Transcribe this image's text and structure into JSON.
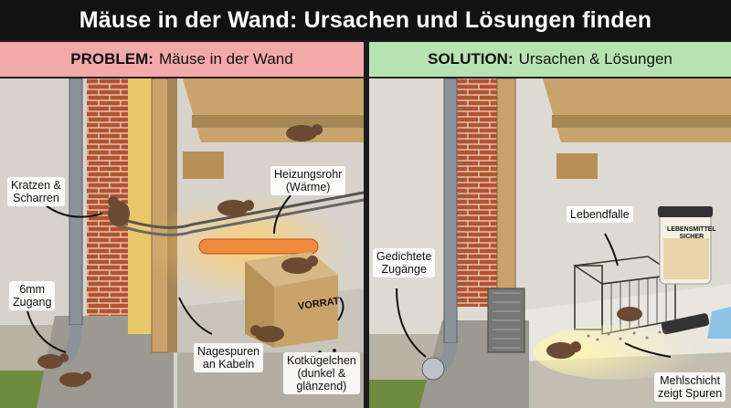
{
  "title": "Mäuse in der Wand: Ursachen und Lösungen finden",
  "problem": {
    "tag": "PROBLEM:",
    "heading": "Mäuse in der Wand",
    "labels": {
      "scratch": [
        "Kratzen &",
        "Scharren"
      ],
      "heating": [
        "Heizungsrohr",
        "(Wärme)"
      ],
      "gap": [
        "6mm",
        "Zugang"
      ],
      "gnaw": [
        "Nagespuren",
        "an Kabeln"
      ],
      "droppings": [
        "Kotkügelchen",
        "(dunkel &",
        "glänzend)"
      ],
      "box": "VORRAT"
    }
  },
  "solution": {
    "tag": "SOLUTION:",
    "heading": "Ursachen & Lösungen",
    "labels": {
      "trap": "Lebendfalle",
      "sealed": [
        "Gedichtete",
        "Zugänge"
      ],
      "flour": [
        "Mehlschicht",
        "zeigt Spuren"
      ],
      "container": [
        "LEBENSMITTEL",
        "SICHER"
      ]
    }
  },
  "colors": {
    "brick": "#b5522f",
    "insulation": "#e8c86a",
    "wood": "#c9a36b",
    "problem_header": "#f2aaa8",
    "solution_header": "#b7e3b2",
    "glow": "#ffb347"
  }
}
